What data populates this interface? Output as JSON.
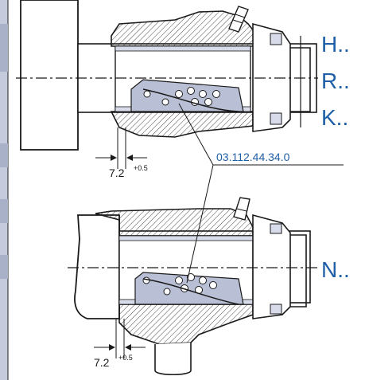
{
  "labels": {
    "variant_h": "H..",
    "variant_r": "R..",
    "variant_k": "K..",
    "variant_n": "N..",
    "part_number": "03.112.44.34.0"
  },
  "dimensions": {
    "top": {
      "value": "7.2",
      "tolerance": "+0.5"
    },
    "bottom": {
      "value": "7.2",
      "tolerance": "+0.5"
    }
  },
  "colors": {
    "outline": "#1a1a1a",
    "accent": "#1f5fa8",
    "pad_fill": "#b9bfd4",
    "bushing_fill": "#d8dcea",
    "frame_fill": "#c5cbdd"
  }
}
